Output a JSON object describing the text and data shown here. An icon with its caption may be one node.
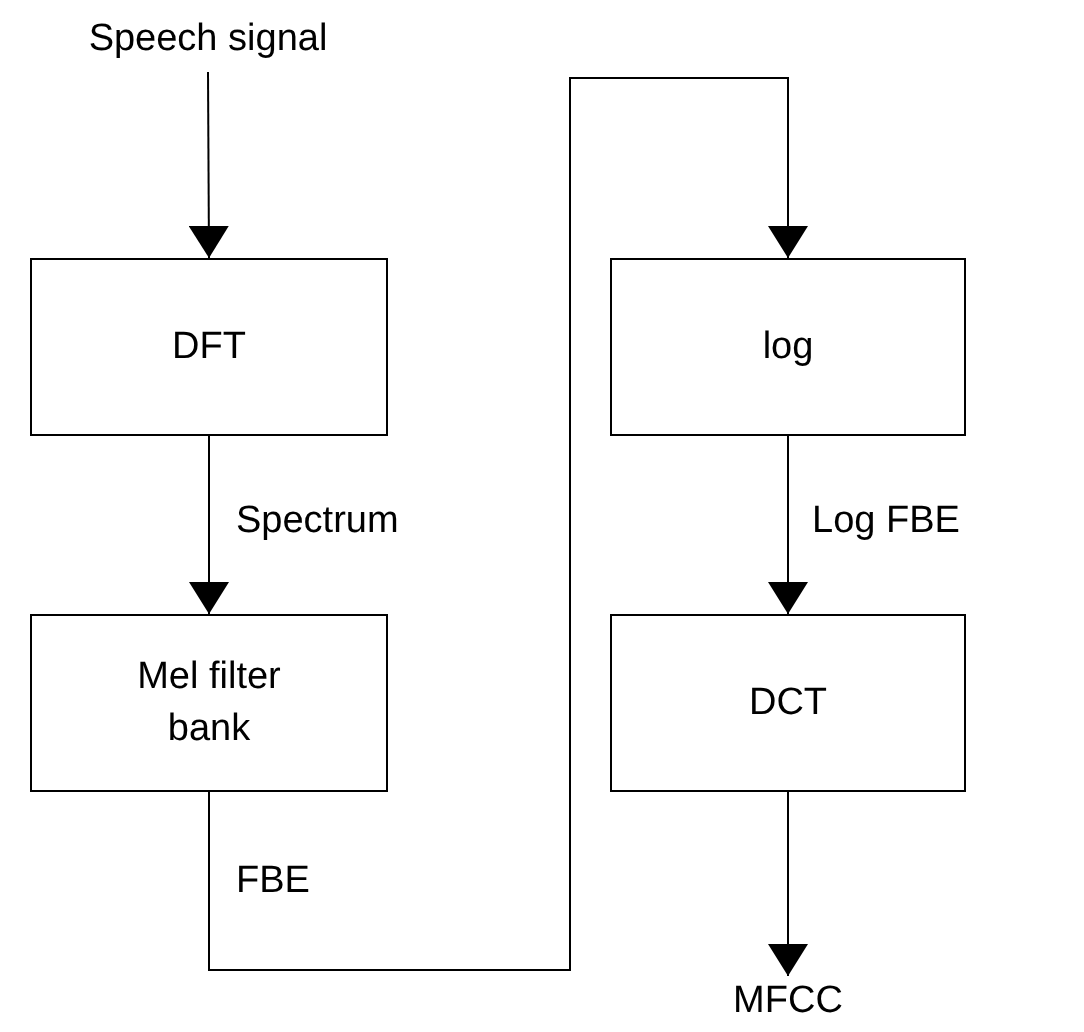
{
  "diagram": {
    "nodes": [
      {
        "text": [
          "Speech signal"
        ]
      },
      {
        "text": [
          "DFT"
        ]
      },
      {
        "text": [
          "Mel filter bank"
        ]
      },
      {
        "text": [
          "log"
        ]
      },
      {
        "text": [
          "DCT"
        ]
      },
      {
        "text": [
          "MFCC"
        ]
      }
    ],
    "edges": [
      {
        "from": 0,
        "to": 1,
        "arrow": "to"
      },
      {
        "from": 1,
        "to": 2,
        "arrow": "to",
        "label": "Spectrum"
      },
      {
        "from": 2,
        "to": 3,
        "arrow": "to",
        "label": "FBE"
      },
      {
        "from": 3,
        "to": 4,
        "arrow": "to",
        "label": "Log FBE"
      },
      {
        "from": 4,
        "to": 5,
        "arrow": "to"
      }
    ]
  }
}
